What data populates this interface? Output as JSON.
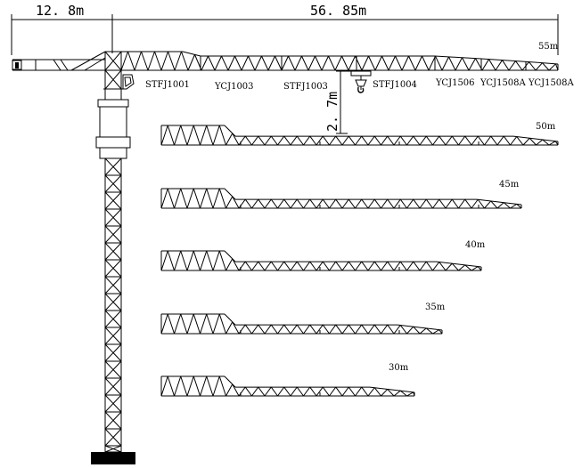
{
  "dimensions": {
    "counter_jib": "12. 8m",
    "jib": "56. 85m",
    "hook_height": "2. 7m"
  },
  "segments": [
    "STFJ1001",
    "YCJ1003",
    "STFJ1003",
    "STFJ1004",
    "YCJ1506",
    "YCJ1508A",
    "YCJ1508A"
  ],
  "jib_lengths": [
    "55m",
    "50m",
    "45m",
    "40m",
    "35m",
    "30m"
  ]
}
